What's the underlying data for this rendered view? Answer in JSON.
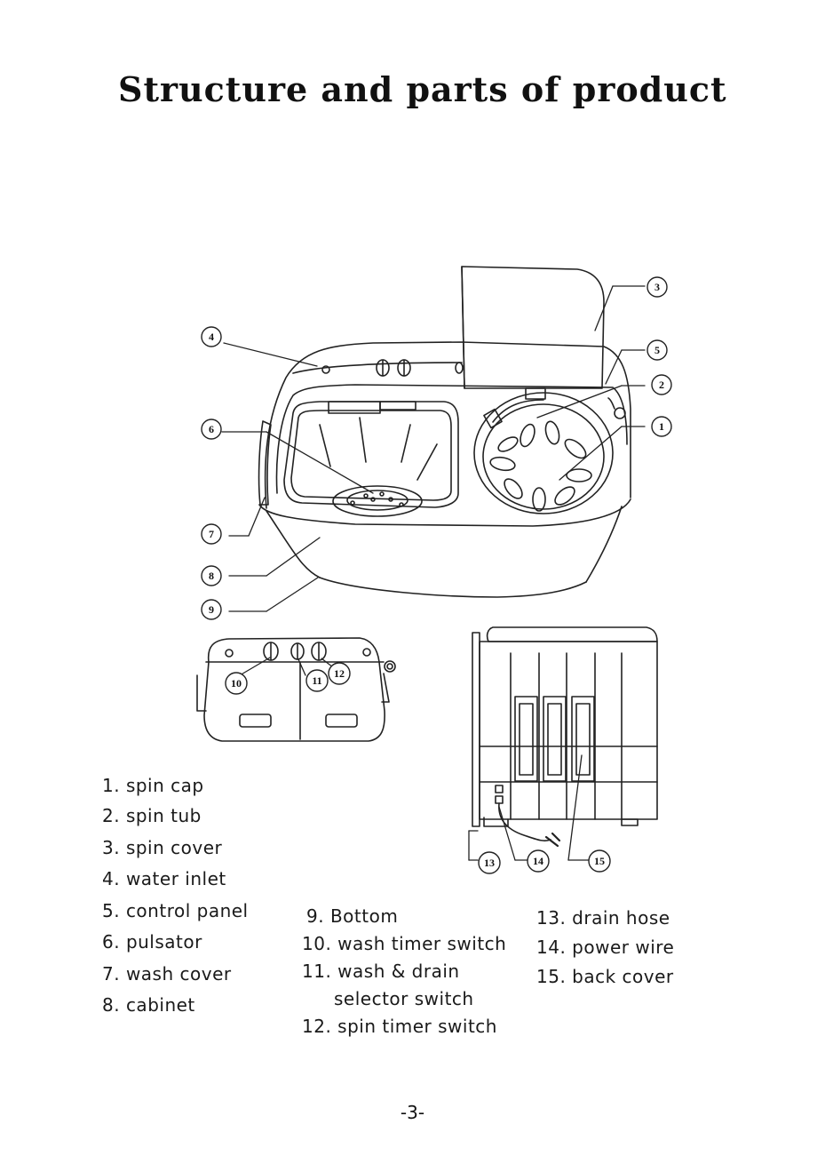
{
  "page": {
    "title": "Structure and parts of product",
    "page_number": "-3-"
  },
  "callouts": [
    "1",
    "2",
    "3",
    "4",
    "5",
    "6",
    "7",
    "8",
    "9",
    "10",
    "11",
    "12",
    "13",
    "14",
    "15"
  ],
  "legend": {
    "col1": [
      "1. spin cap",
      "2. spin tub",
      "3. spin cover",
      "4. water inlet",
      "5. control panel",
      "6. pulsator",
      "7. wash cover",
      "8. cabinet"
    ],
    "col2": [
      "9. Bottom",
      "10. wash timer switch",
      "11. wash & drain",
      "selector switch",
      "12. spin timer switch"
    ],
    "col3": [
      "13. drain hose",
      "14. power wire",
      "15. back cover"
    ]
  }
}
